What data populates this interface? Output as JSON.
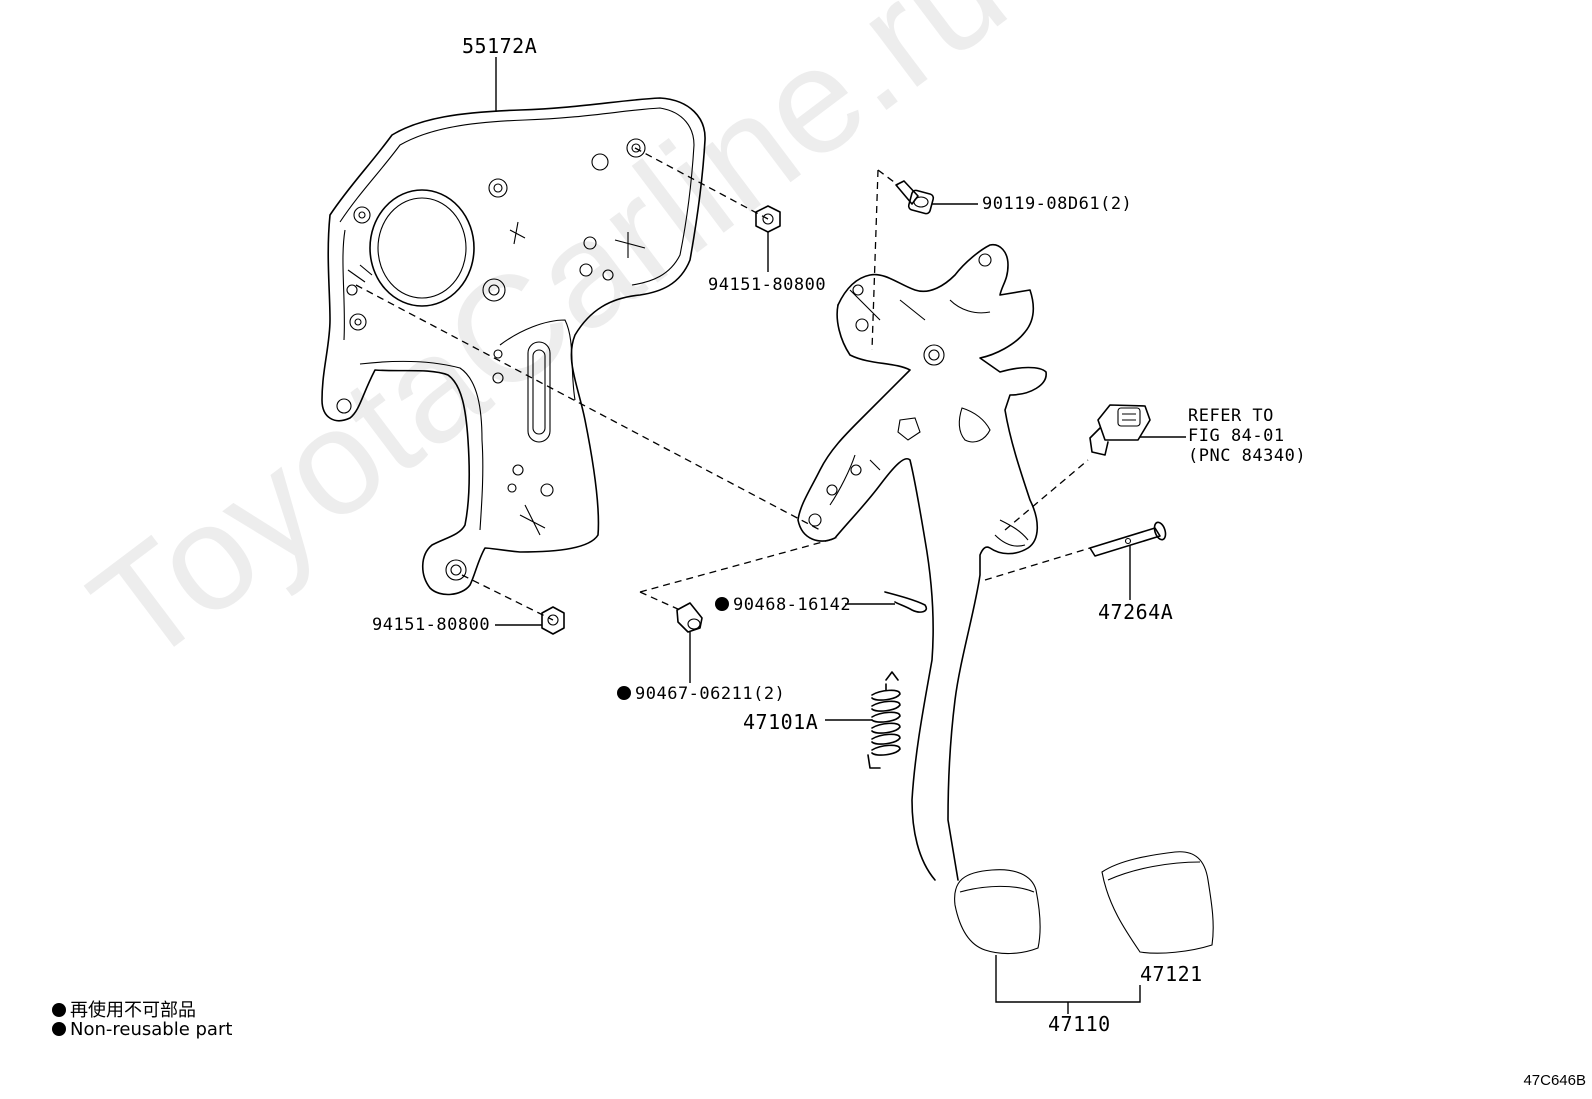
{
  "watermark": "ToyotaCarline.ru",
  "figure_code": "47C646B",
  "parts": {
    "bracket": "55172A",
    "bolt": "90119-08D61(2)",
    "nut_upper": "94151-80800",
    "nut_lower": "94151-80800",
    "clip_pin": "90468-16142",
    "bushing": "90467-06211(2)",
    "pin": "47264A",
    "spring": "47101A",
    "pedal_assy": "47110",
    "pedal_pad": "47121"
  },
  "refer": {
    "line1": "REFER TO",
    "line2": "FIG 84-01",
    "line3": "(PNC 84340)"
  },
  "legend": {
    "jp": "再使用不可部品",
    "en": "Non-reusable part"
  }
}
